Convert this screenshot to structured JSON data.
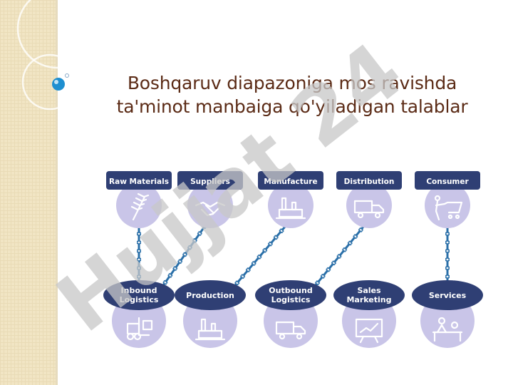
{
  "slide": {
    "title_line1": "Boshqaruv diapazoniga mos ravishda",
    "title_line2": "ta'minot manbaiga qo'yiladigan talablar"
  },
  "diagram": {
    "top_row": [
      "Raw Materials",
      "Suppliers",
      "Manufacture",
      "Distribution",
      "Consumer"
    ],
    "top_icons": [
      "wheat-icon",
      "handshake-icon",
      "factory-icon",
      "truck-icon",
      "shopping-cart-icon"
    ],
    "bottom_row": [
      [
        "Inbound",
        "Logistics"
      ],
      [
        "Production"
      ],
      [
        "Outbound",
        "Logistics"
      ],
      [
        "Sales",
        "Marketing"
      ],
      [
        "Services"
      ]
    ],
    "bottom_icons": [
      "forklift-icon",
      "factory-icon",
      "truck-icon",
      "presentation-chart-icon",
      "service-desk-icon"
    ],
    "colors": {
      "label_dark": "#2f3f74",
      "circle_light": "#c9c5e8",
      "chain": "#2a6fa8",
      "icon": "#ffffff"
    }
  },
  "watermark": {
    "text": "Hujjat 24",
    "color": "#c8c8c8"
  }
}
